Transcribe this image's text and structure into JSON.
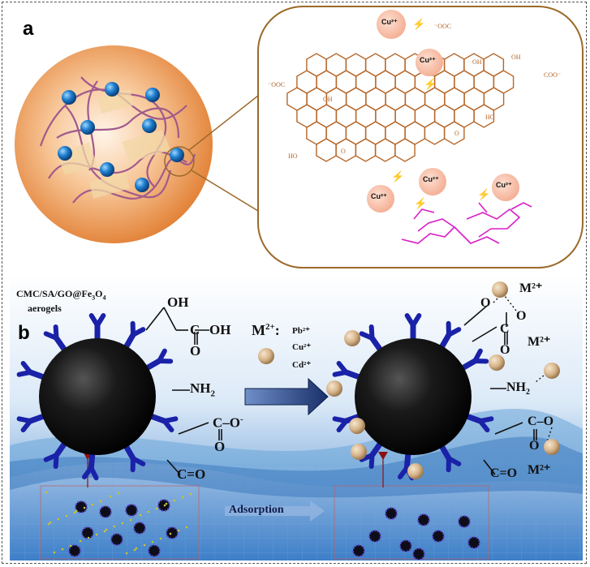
{
  "panel_a": {
    "label": "a",
    "ion_label": "Cu²⁺",
    "carboxylate_label": "⁻OOC",
    "carboxylate_label_right": "COO⁻",
    "hydroxyl_label": "OH",
    "hydroxyl_label_alt": "HO",
    "ether_label": "O",
    "colors": {
      "sphere": "#f0a05e",
      "ion": "#f6b49a",
      "graphene_oxide": "#b5672a",
      "alginate": "#d91ec8",
      "frame": "#9a6a2a"
    }
  },
  "panel_b": {
    "label": "b",
    "material_line1": "CMC/SA/GO@Fe",
    "material_sub1": "3",
    "material_mid": "O",
    "material_sub2": "4",
    "material_line2": "aerogels",
    "groups_left": {
      "oh": "OH",
      "cooh_c": "C",
      "cooh_oh": "OH",
      "cooh_o": "O",
      "nh2": "NH",
      "nh2_sub": "2",
      "coo_c": "C",
      "coo_o": "O",
      "coo_minus": "-",
      "coo_o2": "O",
      "co": "C=O"
    },
    "metal_label": "M",
    "metal_sup": "2+",
    "metal_list_sep": ":",
    "metals": [
      "Pb²⁺",
      "Cu²⁺",
      "Cd²⁺"
    ],
    "groups_right": {
      "o1": "O",
      "c": "C",
      "o2": "O",
      "o3": "O",
      "nh2": "NH",
      "nh2_sub": "2",
      "c2": "C",
      "o4": "O",
      "o5": "O",
      "co": "C=O"
    },
    "m_labels": [
      "M²⁺",
      "M²⁺",
      "M²⁺"
    ],
    "adsorption_label": "Adsorption",
    "colors": {
      "core": "#111111",
      "ligand": "#1a22a8",
      "ball": "#d7b48a",
      "arrow": "#1f3f8a",
      "water": "#6aa6d8"
    }
  }
}
